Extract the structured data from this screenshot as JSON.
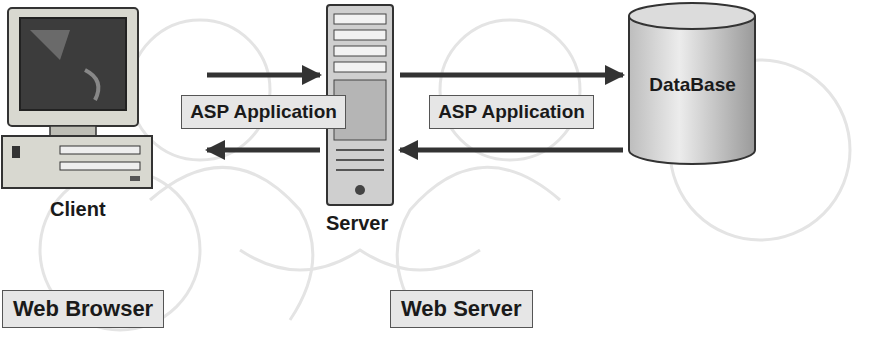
{
  "diagram": {
    "nodes": [
      {
        "text": [
          "Client"
        ]
      },
      {
        "text": [
          "Server"
        ]
      },
      {
        "text": [
          "DataBase"
        ]
      },
      {
        "text": [
          "Web Browser"
        ]
      },
      {
        "text": [
          "Web Server"
        ]
      }
    ],
    "edges": [
      {
        "from": 0,
        "to": 1,
        "arrow": "to",
        "label": "ASP Application"
      },
      {
        "from": 1,
        "to": 0,
        "arrow": "to"
      },
      {
        "from": 1,
        "to": 2,
        "arrow": "to",
        "label": "ASP Application"
      },
      {
        "from": 2,
        "to": 1,
        "arrow": "to"
      }
    ]
  }
}
